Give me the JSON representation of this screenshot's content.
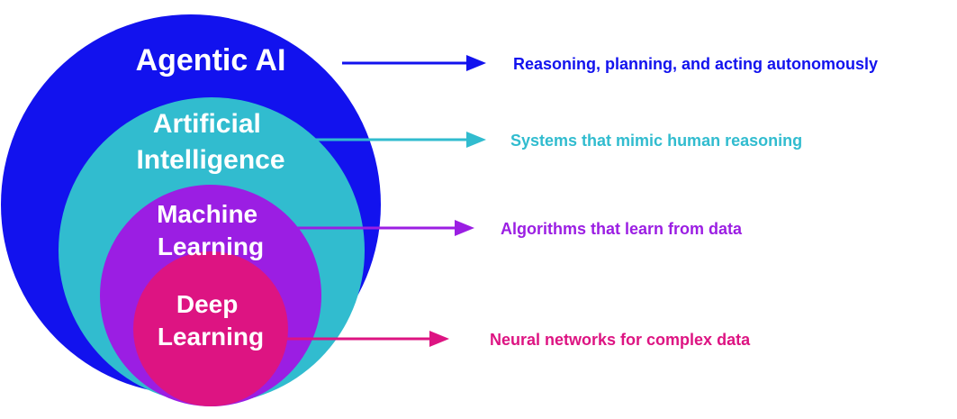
{
  "colors": {
    "agentic": "#1212ee",
    "ai": "#31bccf",
    "ml": "#9b1ee3",
    "dl": "#dd1482",
    "text_on_circle": "#ffffff"
  },
  "layers": [
    {
      "key": "agentic",
      "label_lines": [
        "Agentic AI"
      ],
      "description": "Reasoning, planning, and acting autonomously",
      "color": "#1212ee"
    },
    {
      "key": "ai",
      "label_lines": [
        "Artificial",
        "Intelligence"
      ],
      "description": "Systems that mimic human reasoning",
      "color": "#31bccf"
    },
    {
      "key": "ml",
      "label_lines": [
        "Machine",
        "Learning"
      ],
      "description": "Algorithms that learn from data",
      "color": "#9b1ee3"
    },
    {
      "key": "dl",
      "label_lines": [
        "Deep",
        "Learning"
      ],
      "description": "Neural networks for complex data",
      "color": "#dd1482"
    }
  ]
}
